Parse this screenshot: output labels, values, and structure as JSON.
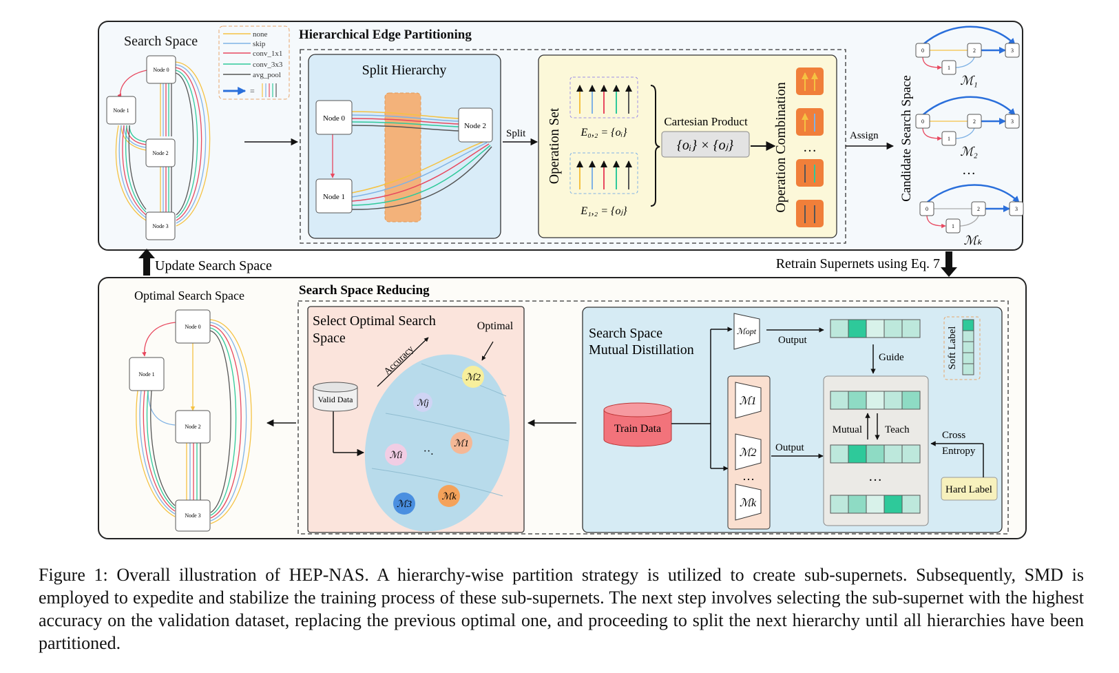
{
  "top_panel": {
    "search_space_title": "Search Space",
    "title": "Hierarchical Edge Partitioning",
    "split_hierarchy_title": "Split Hierarchy",
    "split_label": "Split",
    "operation_set_title": "Operation Set",
    "e02_label": "E₀,₂ = {oᵢ}",
    "e12_label": "E₁,₂ = {oⱼ}",
    "cartesian_title": "Cartesian Product",
    "cartesian_formula": "{oᵢ} × {oⱼ}",
    "operation_combination_title": "Operation Combination",
    "ellipsis": "…",
    "assign_label": "Assign",
    "candidate_title": "Candidate Search Space",
    "candidate_labels": [
      "ℳ₁",
      "ℳ₂",
      "ℳₖ"
    ],
    "candidate_ellipsis": "…"
  },
  "legend": {
    "items": [
      {
        "label": "none",
        "color": "#f5c242"
      },
      {
        "label": "skip",
        "color": "#7fb2e5"
      },
      {
        "label": "conv_1x1",
        "color": "#e8475e"
      },
      {
        "label": "conv_3x3",
        "color": "#2ec99a"
      },
      {
        "label": "avg_pool",
        "color": "#555555"
      }
    ],
    "equals_sign": "="
  },
  "nodes": {
    "n0": "Node 0",
    "n1": "Node 1",
    "n2": "Node 2",
    "n3": "Node 3"
  },
  "graph_node_ids": [
    "0",
    "1",
    "2",
    "3"
  ],
  "between": {
    "update_label": "Update Search Space",
    "retrain_label": "Retrain Supernets using Eq. 7"
  },
  "bottom_panel": {
    "title": "Search Space Reducing",
    "optimal_space_title": "Optimal Search Space",
    "select_title_line1": "Select Optimal Search",
    "select_title_line2": "Space",
    "optimal_label": "Optimal",
    "accuracy_label": "Accuracy",
    "valid_data_label": "Valid Data",
    "circle_labels": {
      "m2": "ℳ2",
      "mj": "ℳj",
      "mi": "ℳi",
      "m1": "ℳ1",
      "mk": "ℳk",
      "m3": "ℳ3"
    },
    "dots": "··.",
    "distill_title_line1": "Search Space",
    "distill_title_line2": "Mutual Distillation",
    "train_data_label": "Train Data",
    "m_opt_label": "ℳopt",
    "output_top_label": "Output",
    "output_mid_label": "Output",
    "guide_label": "Guide",
    "mutual_label": "Mutual",
    "teach_label": "Teach",
    "cross_entropy_line1": "Cross",
    "cross_entropy_line2": "Entropy",
    "hard_label": "Hard Label",
    "soft_label": "Soft Label",
    "supernet_labels": [
      "ℳ1",
      "ℳ2",
      "ℳk"
    ],
    "vertical_ellipsis": "…",
    "logit_ellipsis": "…"
  },
  "caption": "Figure 1: Overall illustration of HEP-NAS. A hierarchy-wise partition strategy is utilized to create sub-supernets. Subsequently, SMD is employed to expedite and stabilize the training process of these sub-supernets. The next step involves selecting the sub-supernet with the highest accuracy on the validation dataset, replacing the previous optimal one, and proceeding to split the next hierarchy until all hierarchies have been partitioned."
}
